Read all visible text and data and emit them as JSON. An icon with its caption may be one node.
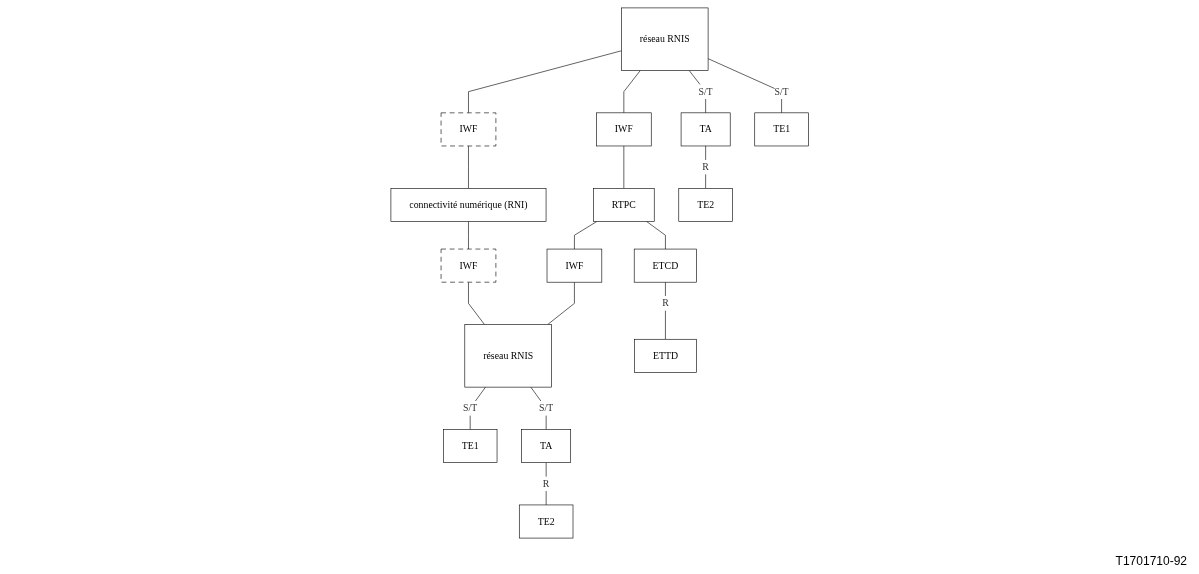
{
  "diagram": {
    "nodes": [
      {
        "text": [
          "réseau RNIS"
        ]
      },
      {
        "text": [
          "IWF"
        ]
      },
      {
        "text": [
          "connectivité numérique (RNI)"
        ]
      },
      {
        "text": [
          "IWF"
        ]
      },
      {
        "text": [
          "réseau RNIS"
        ]
      },
      {
        "text": [
          "IWF"
        ]
      },
      {
        "text": [
          "RTPC"
        ]
      },
      {
        "text": [
          "IWF"
        ]
      },
      {
        "text": [
          "TA"
        ]
      },
      {
        "text": [
          "TE1"
        ]
      },
      {
        "text": [
          "ETCD"
        ]
      },
      {
        "text": [
          "TE1"
        ]
      },
      {
        "text": [
          "TA"
        ]
      },
      {
        "text": [
          "TE2"
        ]
      },
      {
        "text": [
          "ETTD"
        ]
      },
      {
        "text": [
          "TE2"
        ]
      }
    ],
    "edges": [
      {
        "from": 0,
        "to": 1,
        "arrow": "none"
      },
      {
        "from": 1,
        "to": 2,
        "arrow": "none"
      },
      {
        "from": 2,
        "to": 3,
        "arrow": "none"
      },
      {
        "from": 3,
        "to": 4,
        "arrow": "none"
      },
      {
        "from": 0,
        "to": 5,
        "arrow": "none"
      },
      {
        "from": 5,
        "to": 6,
        "arrow": "none"
      },
      {
        "from": 6,
        "to": 7,
        "arrow": "none"
      },
      {
        "from": 7,
        "to": 4,
        "arrow": "none"
      },
      {
        "from": 0,
        "to": 8,
        "arrow": "none",
        "label": "S/T"
      },
      {
        "from": 0,
        "to": 9,
        "arrow": "none",
        "label": "S/T"
      },
      {
        "from": 8,
        "to": 13,
        "arrow": "none",
        "label": "R"
      },
      {
        "from": 6,
        "to": 10,
        "arrow": "none"
      },
      {
        "from": 10,
        "to": 14,
        "arrow": "none",
        "label": "R"
      },
      {
        "from": 4,
        "to": 11,
        "arrow": "none",
        "label": "S/T"
      },
      {
        "from": 4,
        "to": 12,
        "arrow": "none",
        "label": "S/T"
      },
      {
        "from": 12,
        "to": 15,
        "arrow": "none",
        "label": "R"
      }
    ],
    "labels": [
      "T1701710-92"
    ]
  }
}
